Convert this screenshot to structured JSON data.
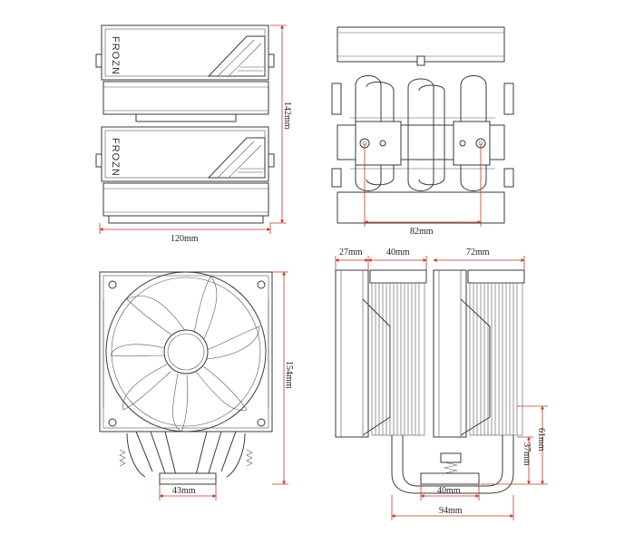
{
  "brand_text": "FROZN",
  "colors": {
    "line": "#3a3a3a",
    "dimension": "#c0392b"
  },
  "dimensions": {
    "top_view_width": "120mm",
    "top_view_height": "142mm",
    "heatpipe_spacing": "82mm",
    "front_view_height": "154mm",
    "base_width_front": "43mm",
    "side_fan_depth": "27mm",
    "side_front_stack": "40mm",
    "side_rear_stack": "72mm",
    "side_total_clearance": "61mm",
    "side_base_clearance": "37mm",
    "side_base_width": "40mm",
    "side_total_depth": "94mm"
  }
}
